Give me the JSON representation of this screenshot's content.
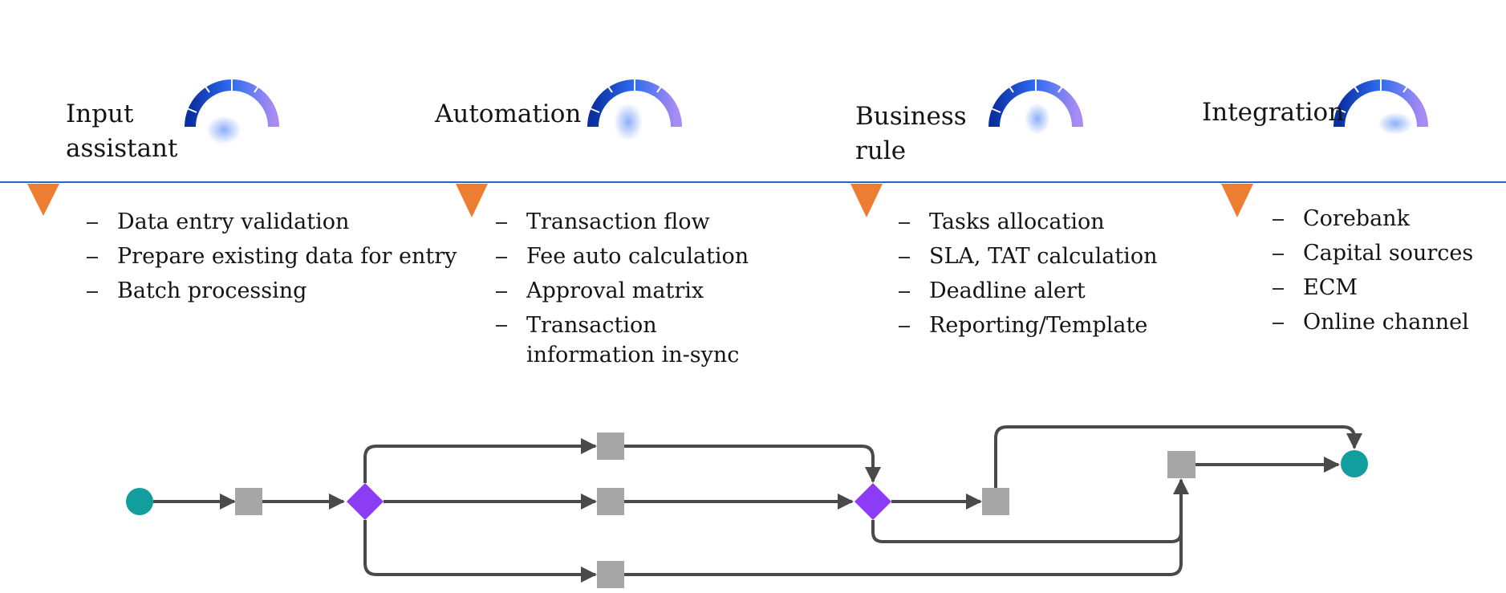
{
  "colors": {
    "rule_line": "#2f63c9",
    "marker": "#ed7d31",
    "gauge_dark": "#0a2fa3",
    "gauge_mid": "#2f6df0",
    "gauge_light": "#a98cf3",
    "flow_line": "#4a4a4a",
    "task_box": "#a6a6a6",
    "gateway": "#8c3cf5",
    "event_circle": "#139e9e"
  },
  "icons": [
    "gauge-icon",
    "triangle-marker-icon"
  ],
  "sections": [
    {
      "heading": "Input\nassistant",
      "bullets": [
        "Data entry validation",
        "Prepare existing data for entry",
        "Batch processing"
      ]
    },
    {
      "heading": "Automation",
      "bullets": [
        "Transaction flow",
        "Fee auto calculation",
        "Approval matrix",
        "Transaction\ninformation in-sync"
      ]
    },
    {
      "heading": "Business\nrule",
      "bullets": [
        "Tasks allocation",
        "SLA, TAT calculation",
        "Deadline alert",
        "Reporting/Template"
      ]
    },
    {
      "heading": "Integration",
      "bullets": [
        "Corebank",
        "Capital sources",
        "ECM",
        "Online channel"
      ]
    }
  ],
  "flow_diagram": {
    "nodes": [
      {
        "id": "start",
        "type": "start-event"
      },
      {
        "id": "t1",
        "type": "task"
      },
      {
        "id": "g1",
        "type": "gateway"
      },
      {
        "id": "t2",
        "type": "task"
      },
      {
        "id": "t3",
        "type": "task"
      },
      {
        "id": "t4",
        "type": "task"
      },
      {
        "id": "g2",
        "type": "gateway"
      },
      {
        "id": "t5",
        "type": "task"
      },
      {
        "id": "t6",
        "type": "task"
      },
      {
        "id": "end",
        "type": "end-event"
      }
    ],
    "edges": [
      [
        "start",
        "t1"
      ],
      [
        "t1",
        "g1"
      ],
      [
        "g1",
        "t2"
      ],
      [
        "g1",
        "t3"
      ],
      [
        "g1",
        "t4"
      ],
      [
        "t2",
        "g2"
      ],
      [
        "t3",
        "g2"
      ],
      [
        "t4",
        "t6"
      ],
      [
        "g2",
        "t5"
      ],
      [
        "g2",
        "t6"
      ],
      [
        "t5",
        "end"
      ],
      [
        "t6",
        "end"
      ]
    ]
  }
}
